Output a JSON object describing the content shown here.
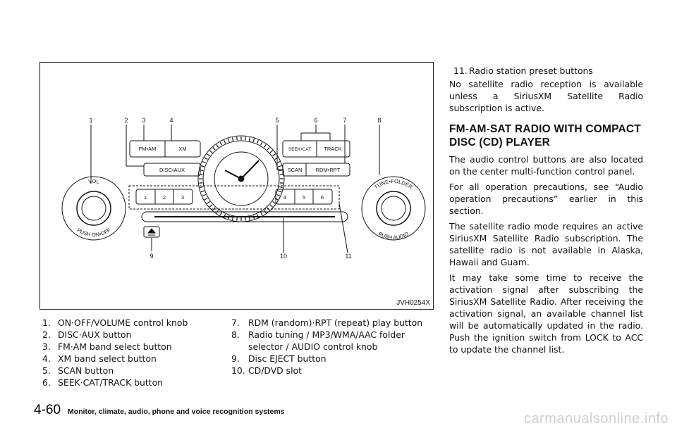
{
  "figure": {
    "id": "JVH0254X",
    "callouts": [
      "1",
      "2",
      "3",
      "4",
      "5",
      "6",
      "7",
      "8",
      "9",
      "10",
      "11"
    ],
    "buttons": {
      "fm_am": "FM•AM",
      "xm": "XM",
      "disc_aux": "DISC•AUX",
      "seek_cat": "SEEK•CAT",
      "track": "TRACK",
      "scan": "SCAN",
      "rdm_rpt": "RDM•RPT",
      "presets_left": [
        "1",
        "2",
        "3"
      ],
      "presets_right": [
        "4",
        "5",
        "6"
      ]
    },
    "knob_left": {
      "top": "VOL",
      "bottom": "PUSH ON•OFF"
    },
    "knob_right": {
      "top": "TUNE•FOLDER",
      "bottom": "PUSH AUDIO"
    }
  },
  "legend_left": [
    {
      "num": "1.",
      "text": "ON·OFF/VOLUME control knob"
    },
    {
      "num": "2.",
      "text": "DISC·AUX button"
    },
    {
      "num": "3.",
      "text": "FM·AM band select button"
    },
    {
      "num": "4.",
      "text": "XM band select button"
    },
    {
      "num": "5.",
      "text": "SCAN button"
    },
    {
      "num": "6.",
      "text": "SEEK·CAT/TRACK button"
    }
  ],
  "legend_right": [
    {
      "num": "7.",
      "text": "RDM (random)·RPT (repeat) play button"
    },
    {
      "num": "8.",
      "text": "Radio tuning / MP3/WMA/AAC folder selector / AUDIO control knob"
    },
    {
      "num": "9.",
      "text": "Disc EJECT button"
    },
    {
      "num": "10.",
      "text": "CD/DVD slot"
    }
  ],
  "right_column": {
    "item11": {
      "num": "11.",
      "text": "Radio station preset buttons"
    },
    "p1": "No satellite radio reception is available unless a SiriusXM Satellite Radio subscription is active.",
    "heading": "FM-AM-SAT RADIO WITH COMPACT DISC (CD) PLAYER",
    "p2": "The audio control buttons are also located on the center multi-function control panel.",
    "p3": "For all operation precautions, see “Audio operation precautions” earlier in this section.",
    "p4": "The satellite radio mode requires an active SiriusXM Satellite Radio subscription. The satellite radio is not available in Alaska, Hawaii and Guam.",
    "p5": "It may take some time to receive the activation signal after subscribing the SiriusXM Satellite Radio. After receiving the activation signal, an available channel list will be automatically updated in the radio. Push the ignition switch from LOCK to ACC to update the channel list."
  },
  "footer": {
    "page": "4-60",
    "title": "Monitor, climate, audio, phone and voice recognition systems"
  },
  "watermark": "carmanualsonline.info"
}
